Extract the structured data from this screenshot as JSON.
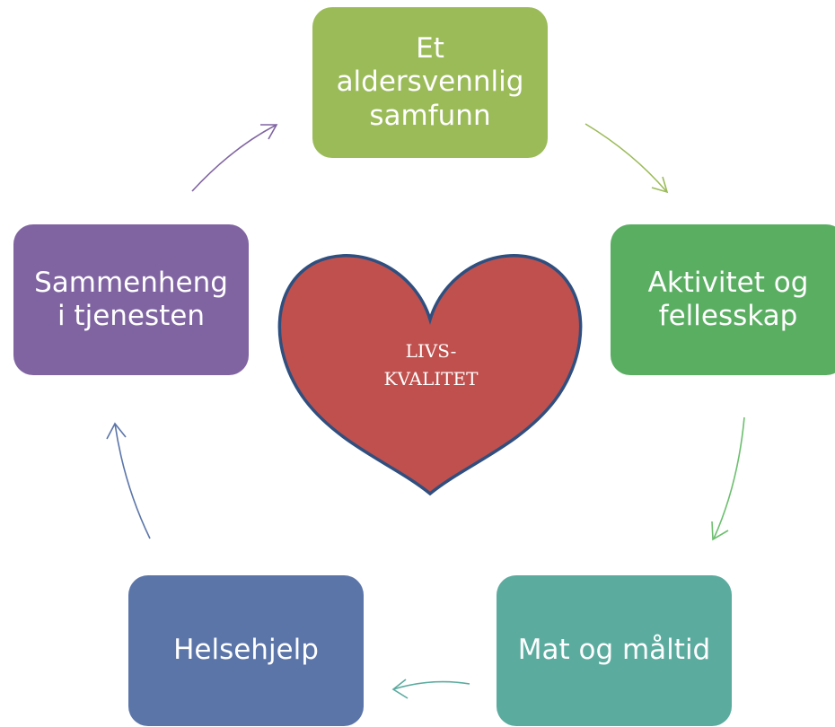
{
  "diagram": {
    "center": {
      "label": "LIVS-\nKVALITET",
      "color": "#c0504d",
      "outline": "#2f4f7f"
    },
    "nodes": [
      {
        "id": "top",
        "label": "Et\naldersvennlig\nsamfunn",
        "color": "#9bbb59"
      },
      {
        "id": "right",
        "label": "Aktivitet og\nfellesskap",
        "color": "#5aae62"
      },
      {
        "id": "br",
        "label": "Mat og måltid",
        "color": "#5bab9f"
      },
      {
        "id": "bl",
        "label": "Helsehjelp",
        "color": "#5b75a9"
      },
      {
        "id": "left",
        "label": "Sammenheng\ni tjenesten",
        "color": "#8064a2"
      }
    ],
    "arrow_colors": [
      "#9bbb59",
      "#6cbf6f",
      "#5bab9f",
      "#5b75a9",
      "#8064a2"
    ]
  }
}
